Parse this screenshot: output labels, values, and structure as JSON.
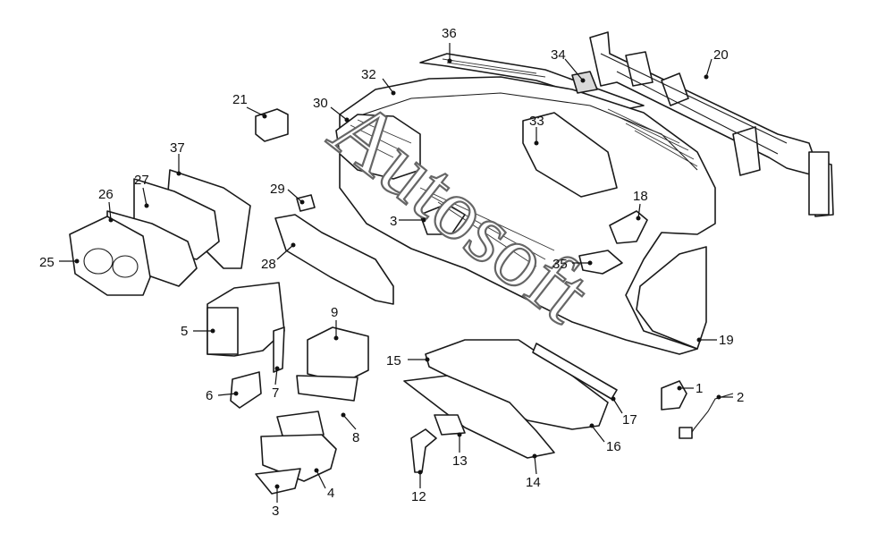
{
  "watermark": "Autosoft",
  "callouts": [
    "1",
    "2",
    "3",
    "4",
    "5",
    "6",
    "7",
    "8",
    "9",
    "12",
    "13",
    "14",
    "15",
    "16",
    "17",
    "18",
    "19",
    "20",
    "21",
    "25",
    "26",
    "27",
    "28",
    "29",
    "30",
    "32",
    "33",
    "34",
    "35",
    "36",
    "37"
  ],
  "callout_3b": "3",
  "colors": {
    "line": "#1a1a1a",
    "fill": "#ffffff",
    "shade": "#d9d9d9",
    "watermark_stroke": "#666666"
  }
}
